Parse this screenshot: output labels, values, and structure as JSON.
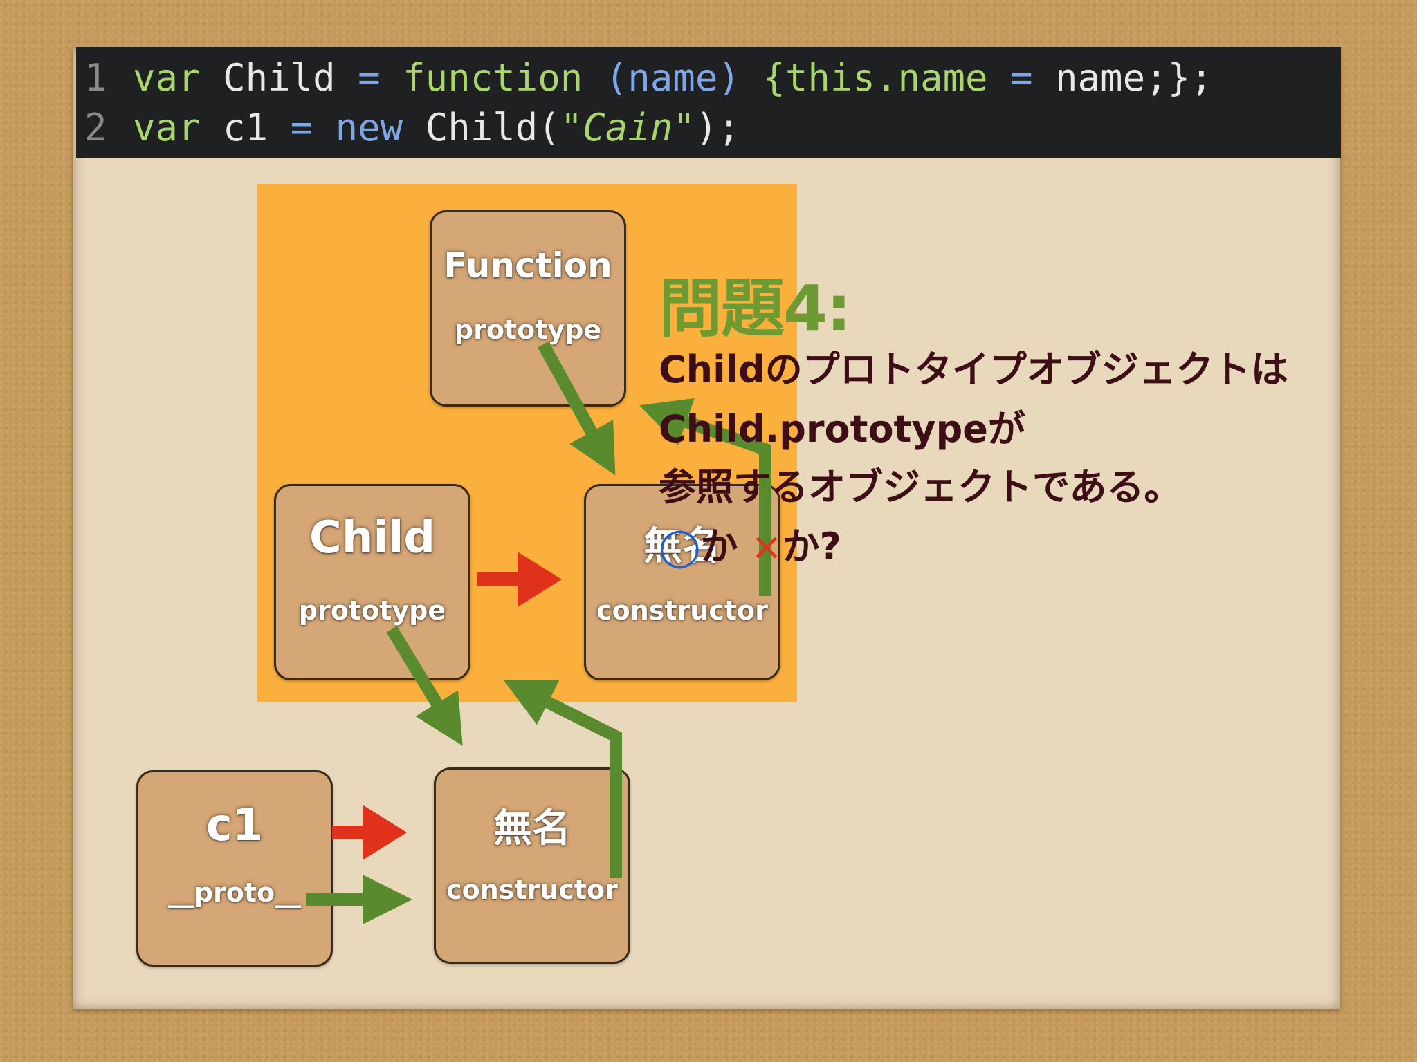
{
  "code": {
    "line1": {
      "num": "1",
      "kw1": "var",
      "id1": "Child",
      "op1": "=",
      "kw2": "function",
      "args": "(name)",
      "body": "{this.name",
      "op2": "=",
      "tail": "name;};"
    },
    "line2": {
      "num": "2",
      "kw1": "var",
      "id1": "c1",
      "op1": "=",
      "kw2": "new",
      "call": "Child(",
      "str": "\"Cain\"",
      "end": ");"
    }
  },
  "boxes": {
    "function": {
      "title": "Function",
      "sub": "prototype"
    },
    "child": {
      "title": "Child",
      "sub": "prototype"
    },
    "anon_top": {
      "title": "無名",
      "sub": "constructor"
    },
    "c1": {
      "title": "c1",
      "sub": "__proto__"
    },
    "anon_bottom": {
      "title": "無名",
      "sub": "constructor"
    }
  },
  "question": {
    "title": "問題4:",
    "line1": "Childのプロトタイプオブジェクトは",
    "line2": "Child.prototypeが",
    "line3": "参照するオブジェクトである。",
    "circle": "◯",
    "ka1": "か",
    "cross": "×",
    "ka2": "か?"
  },
  "colors": {
    "green_arrow": "#5a8a2e",
    "red_arrow": "#e0321a",
    "highlight": "#fbaf3c"
  }
}
